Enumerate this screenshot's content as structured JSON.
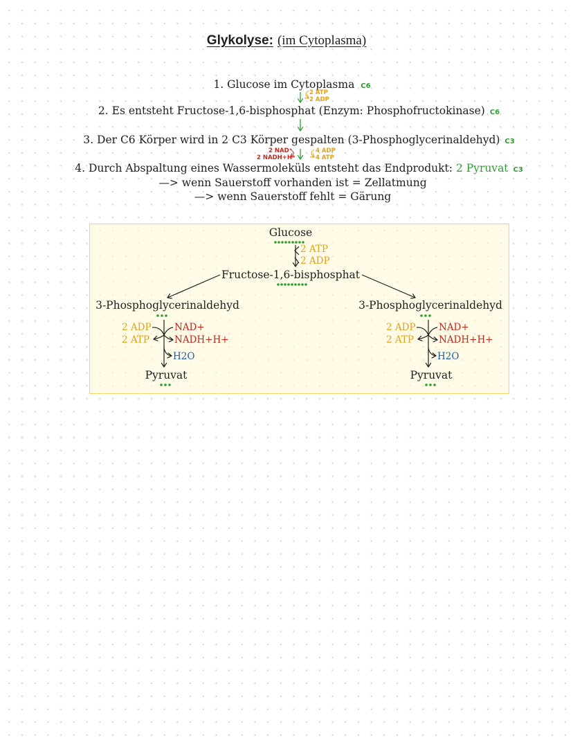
{
  "title": {
    "bold": "Glykolyse:",
    "rest": "(im Cytoplasma)"
  },
  "steps": [
    {
      "text": "1. Glucose im Cytoplasma",
      "tag": "C6"
    },
    {
      "text": "2. Es entsteht Fructose-1,6-bisphosphat (Enzym: Phosphofructokinase)",
      "tag": "C6"
    },
    {
      "text": "3. Der C6 Körper wird in 2 C3 Körper gespalten (3-Phosphoglycerinaldehyd)",
      "tag": "C3"
    },
    {
      "text": "4. Durch Abspaltung eines Wassermoleküls entsteht das Endprodukt:",
      "highlight": "2 Pyruvat",
      "tag": "C3"
    }
  ],
  "sublines": [
    "—> wenn Sauerstoff vorhanden ist = Zellatmung",
    "—> wenn Sauerstoff fehlt = Gärung"
  ],
  "annotations": {
    "step1_in": "2 ATP",
    "step1_out": "2 ADP",
    "step3_left_in": "2 NAD⁺",
    "step3_left_out": "2 NADH+H⁺",
    "step3_right_in": "4 ADP",
    "step3_right_out": "4 ATP"
  },
  "diagram": {
    "glucose": "Glucose",
    "atp_in": "2 ATP",
    "adp_out": "2 ADP",
    "fructose": "Fructose-1,6-bisphosphat",
    "left": {
      "pgal": "3-Phosphoglycerinaldehyd",
      "adp": "2 ADP",
      "atp": "2 ATP",
      "nad": "NAD+",
      "nadh": "NADH+H+",
      "h2o": "H2O",
      "pyruvat": "Pyruvat"
    },
    "right": {
      "pgal": "3-Phosphoglycerinaldehyd",
      "adp": "2 ADP",
      "atp": "2 ATP",
      "nad": "NAD+",
      "nadh": "NADH+H+",
      "h2o": "H2O",
      "pyruvat": "Pyruvat"
    }
  },
  "colors": {
    "green": "#2e9e2e",
    "orange": "#e0a21a",
    "red": "#c0281e",
    "blue": "#1b5fa8",
    "box_border": "#f2d66a"
  }
}
